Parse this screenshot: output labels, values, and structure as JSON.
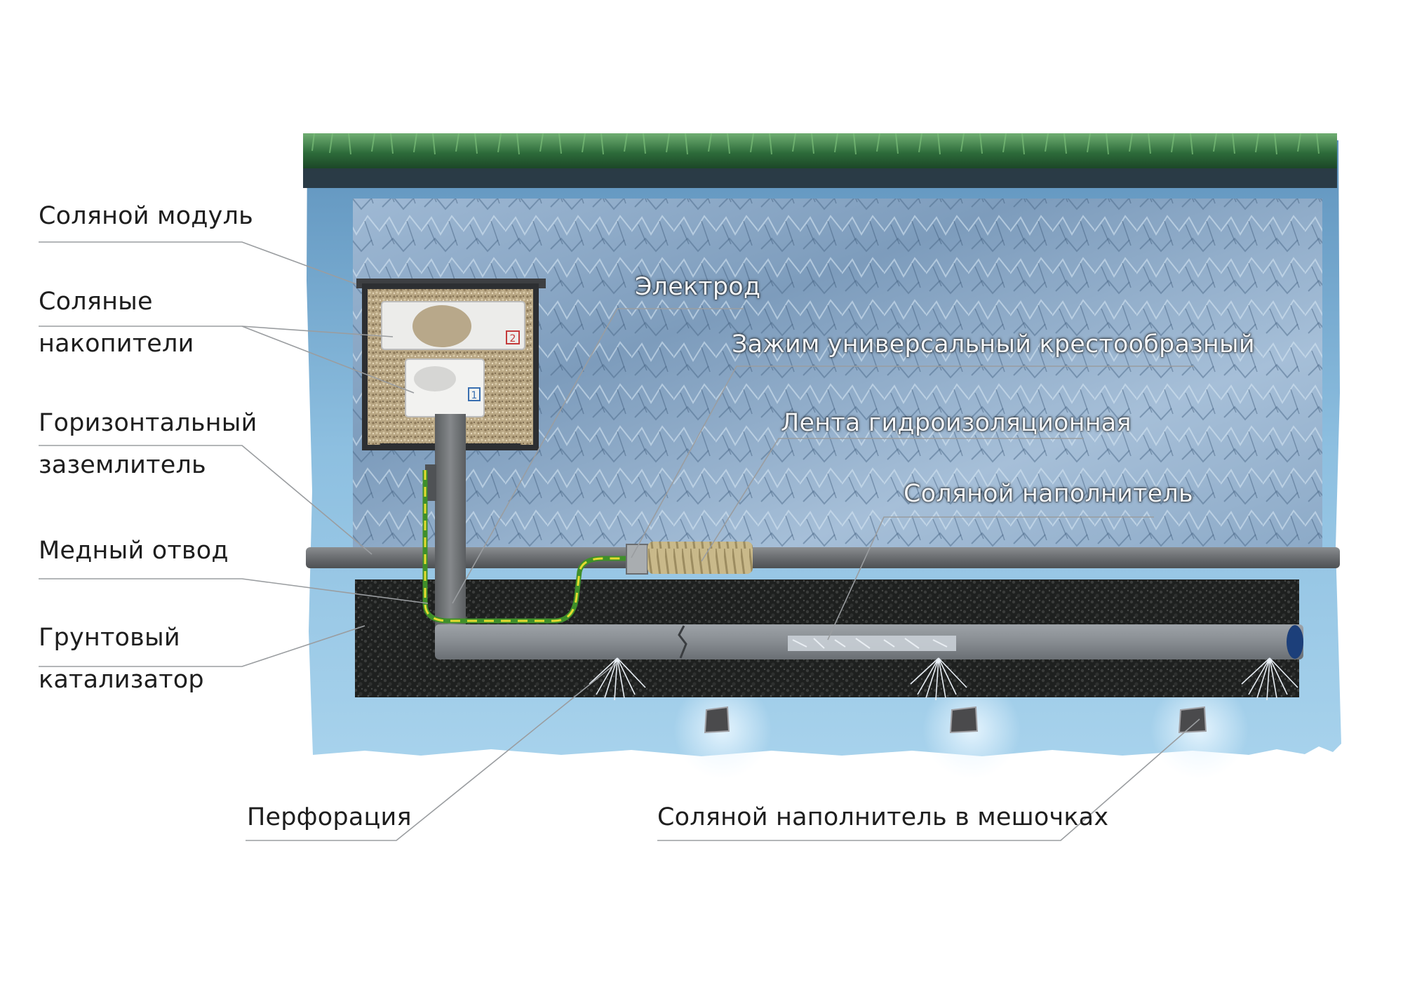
{
  "labels": {
    "salt_module": "Соляной модуль",
    "salt_storage_line1": "Соляные",
    "salt_storage_line2": "накопители",
    "horizontal_line1": "Горизонтальный",
    "horizontal_line2": "заземлитель",
    "copper_lead": "Медный отвод",
    "ground_catalyst_line1": "Грунтовый",
    "ground_catalyst_line2": "катализатор",
    "electrode": "Электрод",
    "cross_clamp": "Зажим универсальный крестообразный",
    "waterproof_tape": "Лента гидроизоляционная",
    "salt_filler": "Соляной наполнитель",
    "perforation": "Перфорация",
    "salt_filler_bags": "Соляной наполнитель в мешочках"
  },
  "storage_numbers": {
    "first": "1",
    "second": "2"
  },
  "colors": {
    "grass": "#2f6e3a",
    "water_blue": "#7fb3d5",
    "ice_blue": "#a9c4de",
    "soil_dark": "#1d1f1e",
    "pipe_gray": "#6a6d70",
    "leader_line": "#8a8d90",
    "copper_wire_green": "#3f8f2a",
    "copper_wire_yellow": "#e4dc2f",
    "tape": "#c8b98a"
  }
}
